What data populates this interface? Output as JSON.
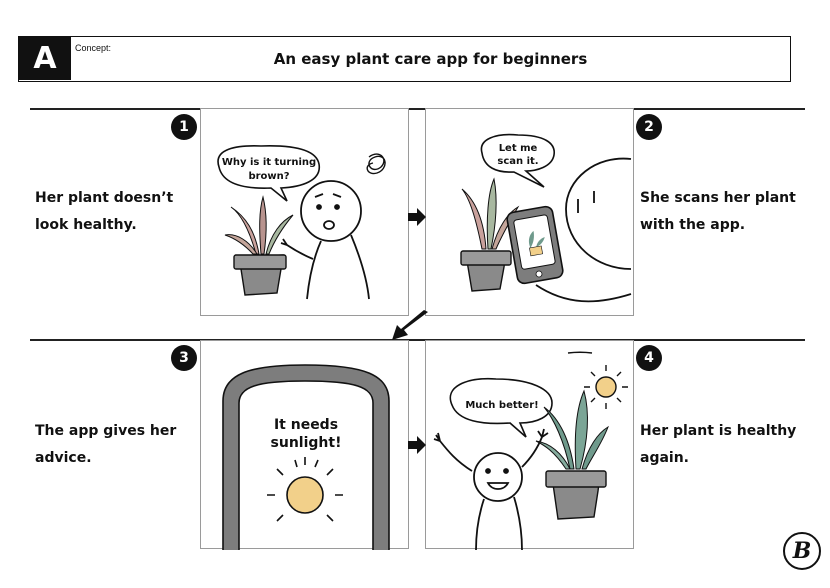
{
  "header": {
    "badge": "A",
    "concept_label": "Concept:",
    "title": "An easy plant care app for beginners"
  },
  "steps": [
    {
      "number": "1",
      "caption_line1": "Her plant doesn’t",
      "caption_line2": "look healthy.",
      "speech_line1": "Why is it turning",
      "speech_line2": "brown?"
    },
    {
      "number": "2",
      "caption_line1": "She scans her plant",
      "caption_line2": "with the app.",
      "speech_line1": "Let me",
      "speech_line2": "scan it."
    },
    {
      "number": "3",
      "caption_line1": "The app gives her",
      "caption_line2": "advice.",
      "screen_line1": "It needs",
      "screen_line2": "sunlight!"
    },
    {
      "number": "4",
      "caption_line1": "Her plant is healthy",
      "caption_line2": "again.",
      "speech_line1": "Much better!"
    }
  ],
  "logo": "B",
  "colors": {
    "ink": "#111111",
    "pot": "#8a8a8a",
    "plant_sick": "#c9a19c",
    "plant_healthy": "#6f9a8c",
    "sun": "#f2d08a",
    "phone_frame": "#7d7d7d"
  }
}
